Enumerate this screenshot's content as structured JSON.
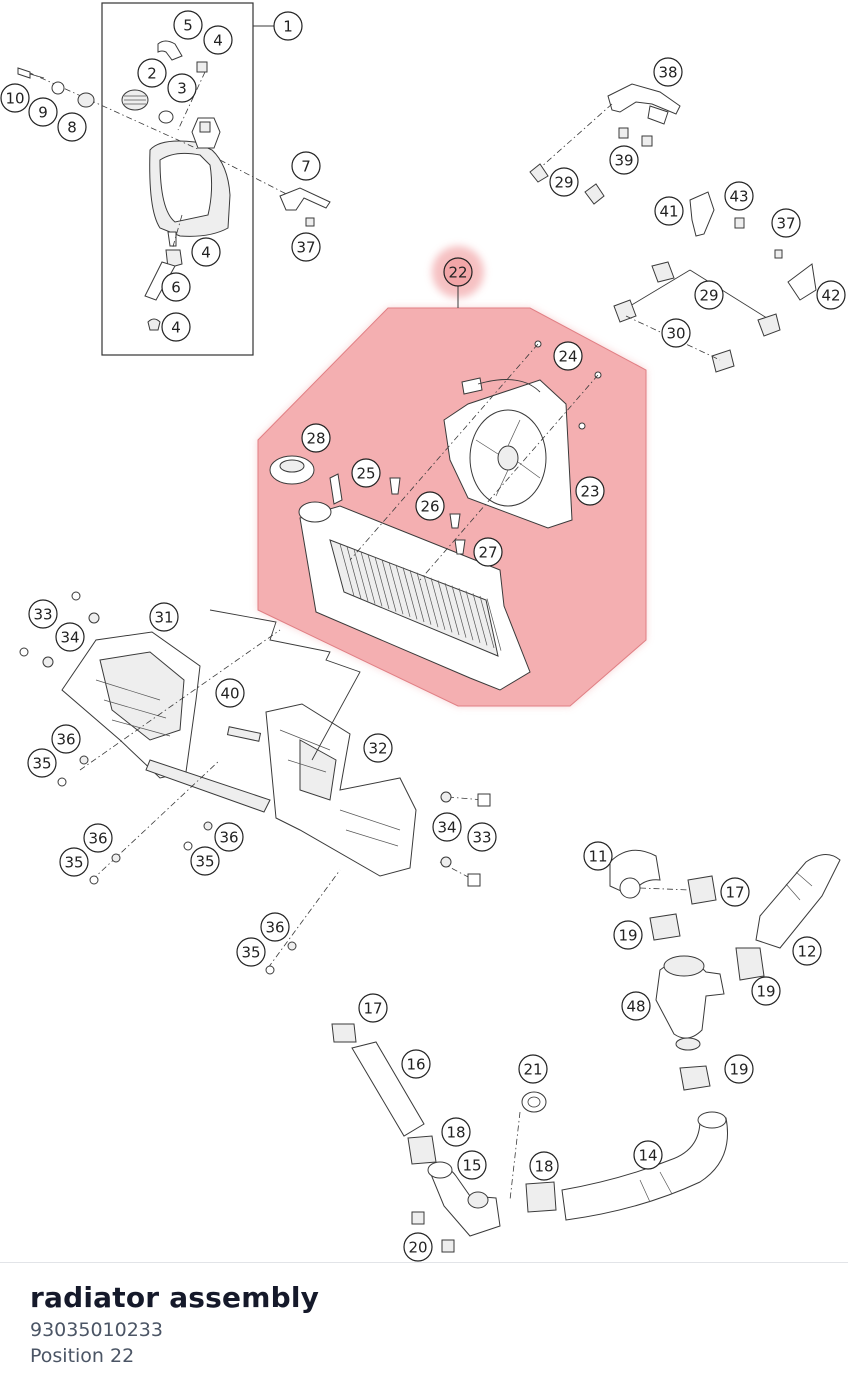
{
  "selected": {
    "name": "radiator assembly",
    "number": "93035010233",
    "position_label": "Position 22",
    "callout": "22",
    "highlight_color": "#f2a6a8"
  },
  "callouts": [
    {
      "id": "1",
      "label": "1"
    },
    {
      "id": "5",
      "label": "5"
    },
    {
      "id": "4a",
      "label": "4"
    },
    {
      "id": "2",
      "label": "2"
    },
    {
      "id": "3",
      "label": "3"
    },
    {
      "id": "10",
      "label": "10"
    },
    {
      "id": "9",
      "label": "9"
    },
    {
      "id": "8",
      "label": "8"
    },
    {
      "id": "7",
      "label": "7"
    },
    {
      "id": "37a",
      "label": "37"
    },
    {
      "id": "4b",
      "label": "4"
    },
    {
      "id": "6",
      "label": "6"
    },
    {
      "id": "4c",
      "label": "4"
    },
    {
      "id": "38",
      "label": "38"
    },
    {
      "id": "29a",
      "label": "29"
    },
    {
      "id": "39",
      "label": "39"
    },
    {
      "id": "43",
      "label": "43"
    },
    {
      "id": "41",
      "label": "41"
    },
    {
      "id": "37b",
      "label": "37"
    },
    {
      "id": "29b",
      "label": "29"
    },
    {
      "id": "42",
      "label": "42"
    },
    {
      "id": "30",
      "label": "30"
    },
    {
      "id": "22",
      "label": "22"
    },
    {
      "id": "24",
      "label": "24"
    },
    {
      "id": "28",
      "label": "28"
    },
    {
      "id": "25",
      "label": "25"
    },
    {
      "id": "23",
      "label": "23"
    },
    {
      "id": "26",
      "label": "26"
    },
    {
      "id": "27",
      "label": "27"
    },
    {
      "id": "33a",
      "label": "33"
    },
    {
      "id": "31",
      "label": "31"
    },
    {
      "id": "34a",
      "label": "34"
    },
    {
      "id": "40",
      "label": "40"
    },
    {
      "id": "36a",
      "label": "36"
    },
    {
      "id": "35a",
      "label": "35"
    },
    {
      "id": "32",
      "label": "32"
    },
    {
      "id": "34b",
      "label": "34"
    },
    {
      "id": "33b",
      "label": "33"
    },
    {
      "id": "36b",
      "label": "36"
    },
    {
      "id": "35b",
      "label": "35"
    },
    {
      "id": "36c",
      "label": "36"
    },
    {
      "id": "35c",
      "label": "35"
    },
    {
      "id": "36d",
      "label": "36"
    },
    {
      "id": "35d",
      "label": "35"
    },
    {
      "id": "11",
      "label": "11"
    },
    {
      "id": "17a",
      "label": "17"
    },
    {
      "id": "19a",
      "label": "19"
    },
    {
      "id": "12",
      "label": "12"
    },
    {
      "id": "48",
      "label": "48"
    },
    {
      "id": "19b",
      "label": "19"
    },
    {
      "id": "19c",
      "label": "19"
    },
    {
      "id": "17b",
      "label": "17"
    },
    {
      "id": "16",
      "label": "16"
    },
    {
      "id": "21",
      "label": "21"
    },
    {
      "id": "18a",
      "label": "18"
    },
    {
      "id": "15",
      "label": "15"
    },
    {
      "id": "18b",
      "label": "18"
    },
    {
      "id": "14",
      "label": "14"
    },
    {
      "id": "20",
      "label": "20"
    }
  ]
}
